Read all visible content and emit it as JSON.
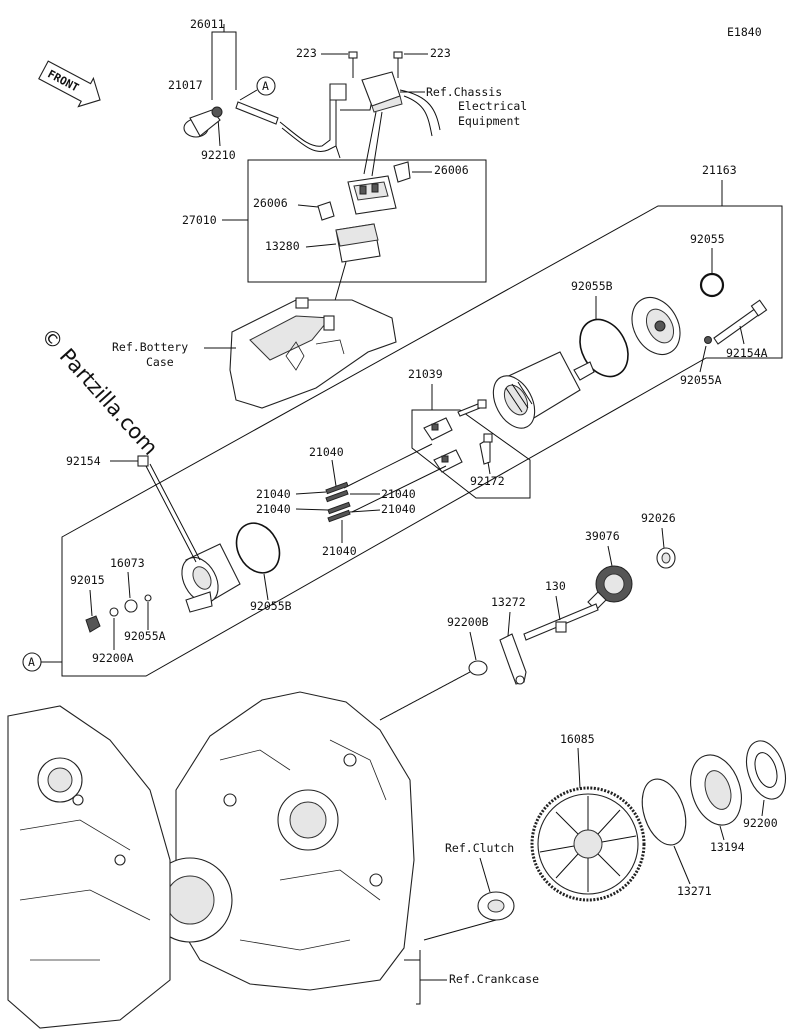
{
  "diagram_code": "E1840",
  "watermark": "© Partzilla.com",
  "front_label": "FRONT",
  "callout_a": "A",
  "refs": {
    "chassis_1": "Ref.Chassis",
    "chassis_2": "Electrical",
    "chassis_3": "Equipment",
    "battery_1": "Ref.Bottery",
    "battery_2": "Case",
    "clutch": "Ref.Clutch",
    "crankcase": "Ref.Crankcase"
  },
  "parts": {
    "p26011": "26011",
    "p21017": "21017",
    "p92210": "92210",
    "p223a": "223",
    "p223b": "223",
    "p26006a": "26006",
    "p26006b": "26006",
    "p27010": "27010",
    "p13280": "13280",
    "p21163": "21163",
    "p92055": "92055",
    "p92055B_top": "92055B",
    "p92154A": "92154A",
    "p92055A_top": "92055A",
    "p21039": "21039",
    "p92172": "92172",
    "p92154": "92154",
    "p21040_1": "21040",
    "p21040_2": "21040",
    "p21040_3": "21040",
    "p21040_4": "21040",
    "p21040_5": "21040",
    "p21040_6": "21040",
    "p16073": "16073",
    "p92015": "92015",
    "p92055A_bot": "92055A",
    "p92200A": "92200A",
    "p92055B_bot": "92055B",
    "p39076": "39076",
    "p92026": "92026",
    "p130": "130",
    "p13272": "13272",
    "p92200B": "92200B",
    "p16085": "16085",
    "p13271": "13271",
    "p13194": "13194",
    "p92200": "92200"
  }
}
